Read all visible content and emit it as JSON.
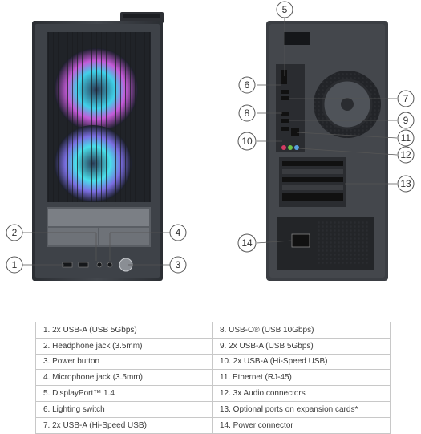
{
  "callouts": [
    {
      "number": "1"
    },
    {
      "number": "2"
    },
    {
      "number": "3"
    },
    {
      "number": "4"
    },
    {
      "number": "5"
    },
    {
      "number": "6"
    },
    {
      "number": "7"
    },
    {
      "number": "8"
    },
    {
      "number": "9"
    },
    {
      "number": "10"
    },
    {
      "number": "11"
    },
    {
      "number": "12"
    },
    {
      "number": "13"
    },
    {
      "number": "14"
    }
  ],
  "legend": {
    "rows": [
      {
        "left": "1.   2x USB-A (USB 5Gbps)",
        "right": "8.  USB-C® (USB 10Gbps)"
      },
      {
        "left": "2.   Headphone jack (3.5mm)",
        "right": "9.  2x USB-A (USB 5Gbps)"
      },
      {
        "left": "3.   Power button",
        "right": "10. 2x USB-A (Hi-Speed USB)"
      },
      {
        "left": "4.   Microphone jack (3.5mm)",
        "right": "11.  Ethernet (RJ-45)"
      },
      {
        "left": "5.   DisplayPort™ 1.4",
        "right": "12.  3x Audio connectors"
      },
      {
        "left": "6.   Lighting switch",
        "right": "13.  Optional ports on expansion cards*"
      },
      {
        "left": "7.   2x USB-A (Hi-Speed USB)",
        "right": "14. Power connector"
      }
    ]
  },
  "colors": {
    "chassis": "#3a3d42",
    "fan_glow_cyan": "#3fd0e8",
    "fan_glow_magenta": "#c45ad8",
    "line": "#555555"
  },
  "icons": [
    "usb-a-port-icon",
    "audio-jack-icon",
    "power-button-icon",
    "fan-icon",
    "power-connector-icon",
    "ethernet-port-icon"
  ]
}
